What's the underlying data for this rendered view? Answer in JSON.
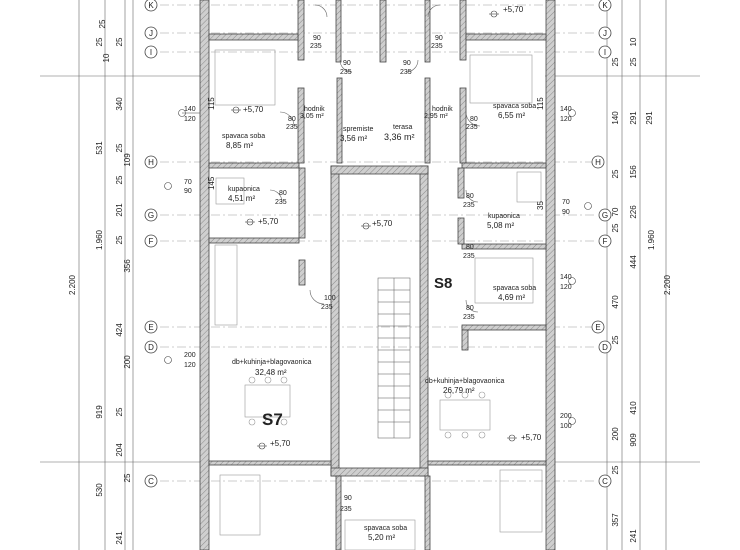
{
  "units": {
    "s7": "S7",
    "s8": "S8"
  },
  "levels": {
    "lvl": "+5,70"
  },
  "axes": {
    "k": "K",
    "j": "J",
    "i": "I",
    "h": "H",
    "g": "G",
    "f": "F",
    "e": "E",
    "d": "D",
    "c": "C"
  },
  "rooms": {
    "hodnik_l": {
      "name": "hodnik",
      "area": "3,05 m²"
    },
    "hodnik_r": {
      "name": "hodnik",
      "area": "2,95 m²"
    },
    "spremiste": {
      "name": "spremiste",
      "area": "3,56 m²"
    },
    "terasa": {
      "name": "terasa",
      "area": "3,36 m²"
    },
    "spavaca_l": {
      "name": "spavaca soba",
      "area": "8,85 m²"
    },
    "spavaca_r1": {
      "name": "spavaca soba",
      "area": "6,55 m²"
    },
    "kupaonica_l": {
      "name": "kupaonica",
      "area": "4,51 m²"
    },
    "kupaonica_r": {
      "name": "kupaonica",
      "area": "5,08 m²"
    },
    "spavaca_r2": {
      "name": "spavaca soba",
      "area": "4,69 m²"
    },
    "db_l": {
      "name": "db+kuhinja+blagovaonica",
      "area": "32,48 m²"
    },
    "db_r": {
      "name": "db+kuhinja+blagovaonica",
      "area": "26,79 m²"
    },
    "spavaca_b": {
      "name": "spavaca soba",
      "area": "5,20 m²"
    }
  },
  "openings": {
    "w140": "140",
    "w120": "120",
    "w90": "90",
    "w235": "235",
    "w80": "80",
    "w70": "70",
    "w100": "100",
    "w200": "200",
    "w115": "115",
    "w145": "145",
    "w35": "35"
  },
  "dims": {
    "left_outer": "2.200",
    "left_mid": "1.960",
    "left_col2": [
      "25",
      "531",
      "201",
      "356",
      "424",
      "919",
      "530"
    ],
    "left_col3": [
      "25",
      "10",
      "25",
      "340",
      "25",
      "109",
      "25",
      "25",
      "200",
      "25",
      "204",
      "25",
      "241"
    ],
    "right_outer": "2.200",
    "right_mid": "1.960",
    "right_col1": [
      "25",
      "140",
      "25",
      "25",
      "70",
      "470",
      "25",
      "200",
      "25",
      "357"
    ],
    "right_col2": [
      "25",
      "10",
      "291",
      "156",
      "226",
      "444",
      "410",
      "909",
      "241"
    ],
    "right_col3": [
      "291"
    ]
  }
}
